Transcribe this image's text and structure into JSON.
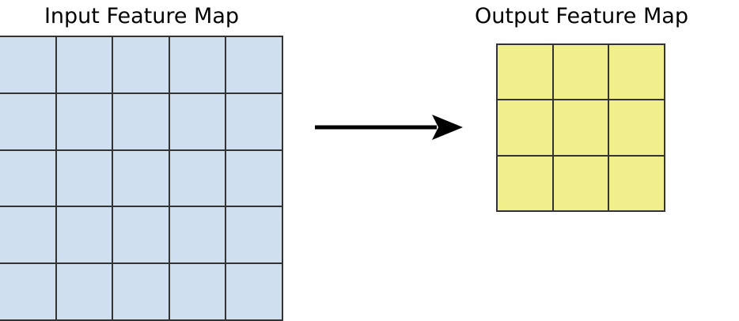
{
  "figure": {
    "type": "diagram",
    "description": "Convolution feature map size reduction diagram",
    "background_color": "#ffffff"
  },
  "input_panel": {
    "title": "Input Feature Map",
    "grid": {
      "rows": 5,
      "cols": 5,
      "cell_fill": "#cfdfef",
      "line_color": "#333333",
      "cell_count": 25
    }
  },
  "output_panel": {
    "title": "Output Feature Map",
    "grid": {
      "rows": 3,
      "cols": 3,
      "cell_fill": "#f0ef8c",
      "line_color": "#333333",
      "cell_count": 9
    }
  },
  "arrow": {
    "name": "transformation-arrow",
    "direction": "right",
    "color": "#000000"
  },
  "chart_data": {
    "type": "diagram",
    "title": "",
    "nodes": [
      {
        "label": "Input Feature Map",
        "rows": 5,
        "cols": 5,
        "color": "#cfdfef"
      },
      {
        "label": "Output Feature Map",
        "rows": 3,
        "cols": 3,
        "color": "#f0ef8c"
      }
    ],
    "edges": [
      {
        "from": "Input Feature Map",
        "to": "Output Feature Map",
        "style": "solid-arrow"
      }
    ]
  }
}
